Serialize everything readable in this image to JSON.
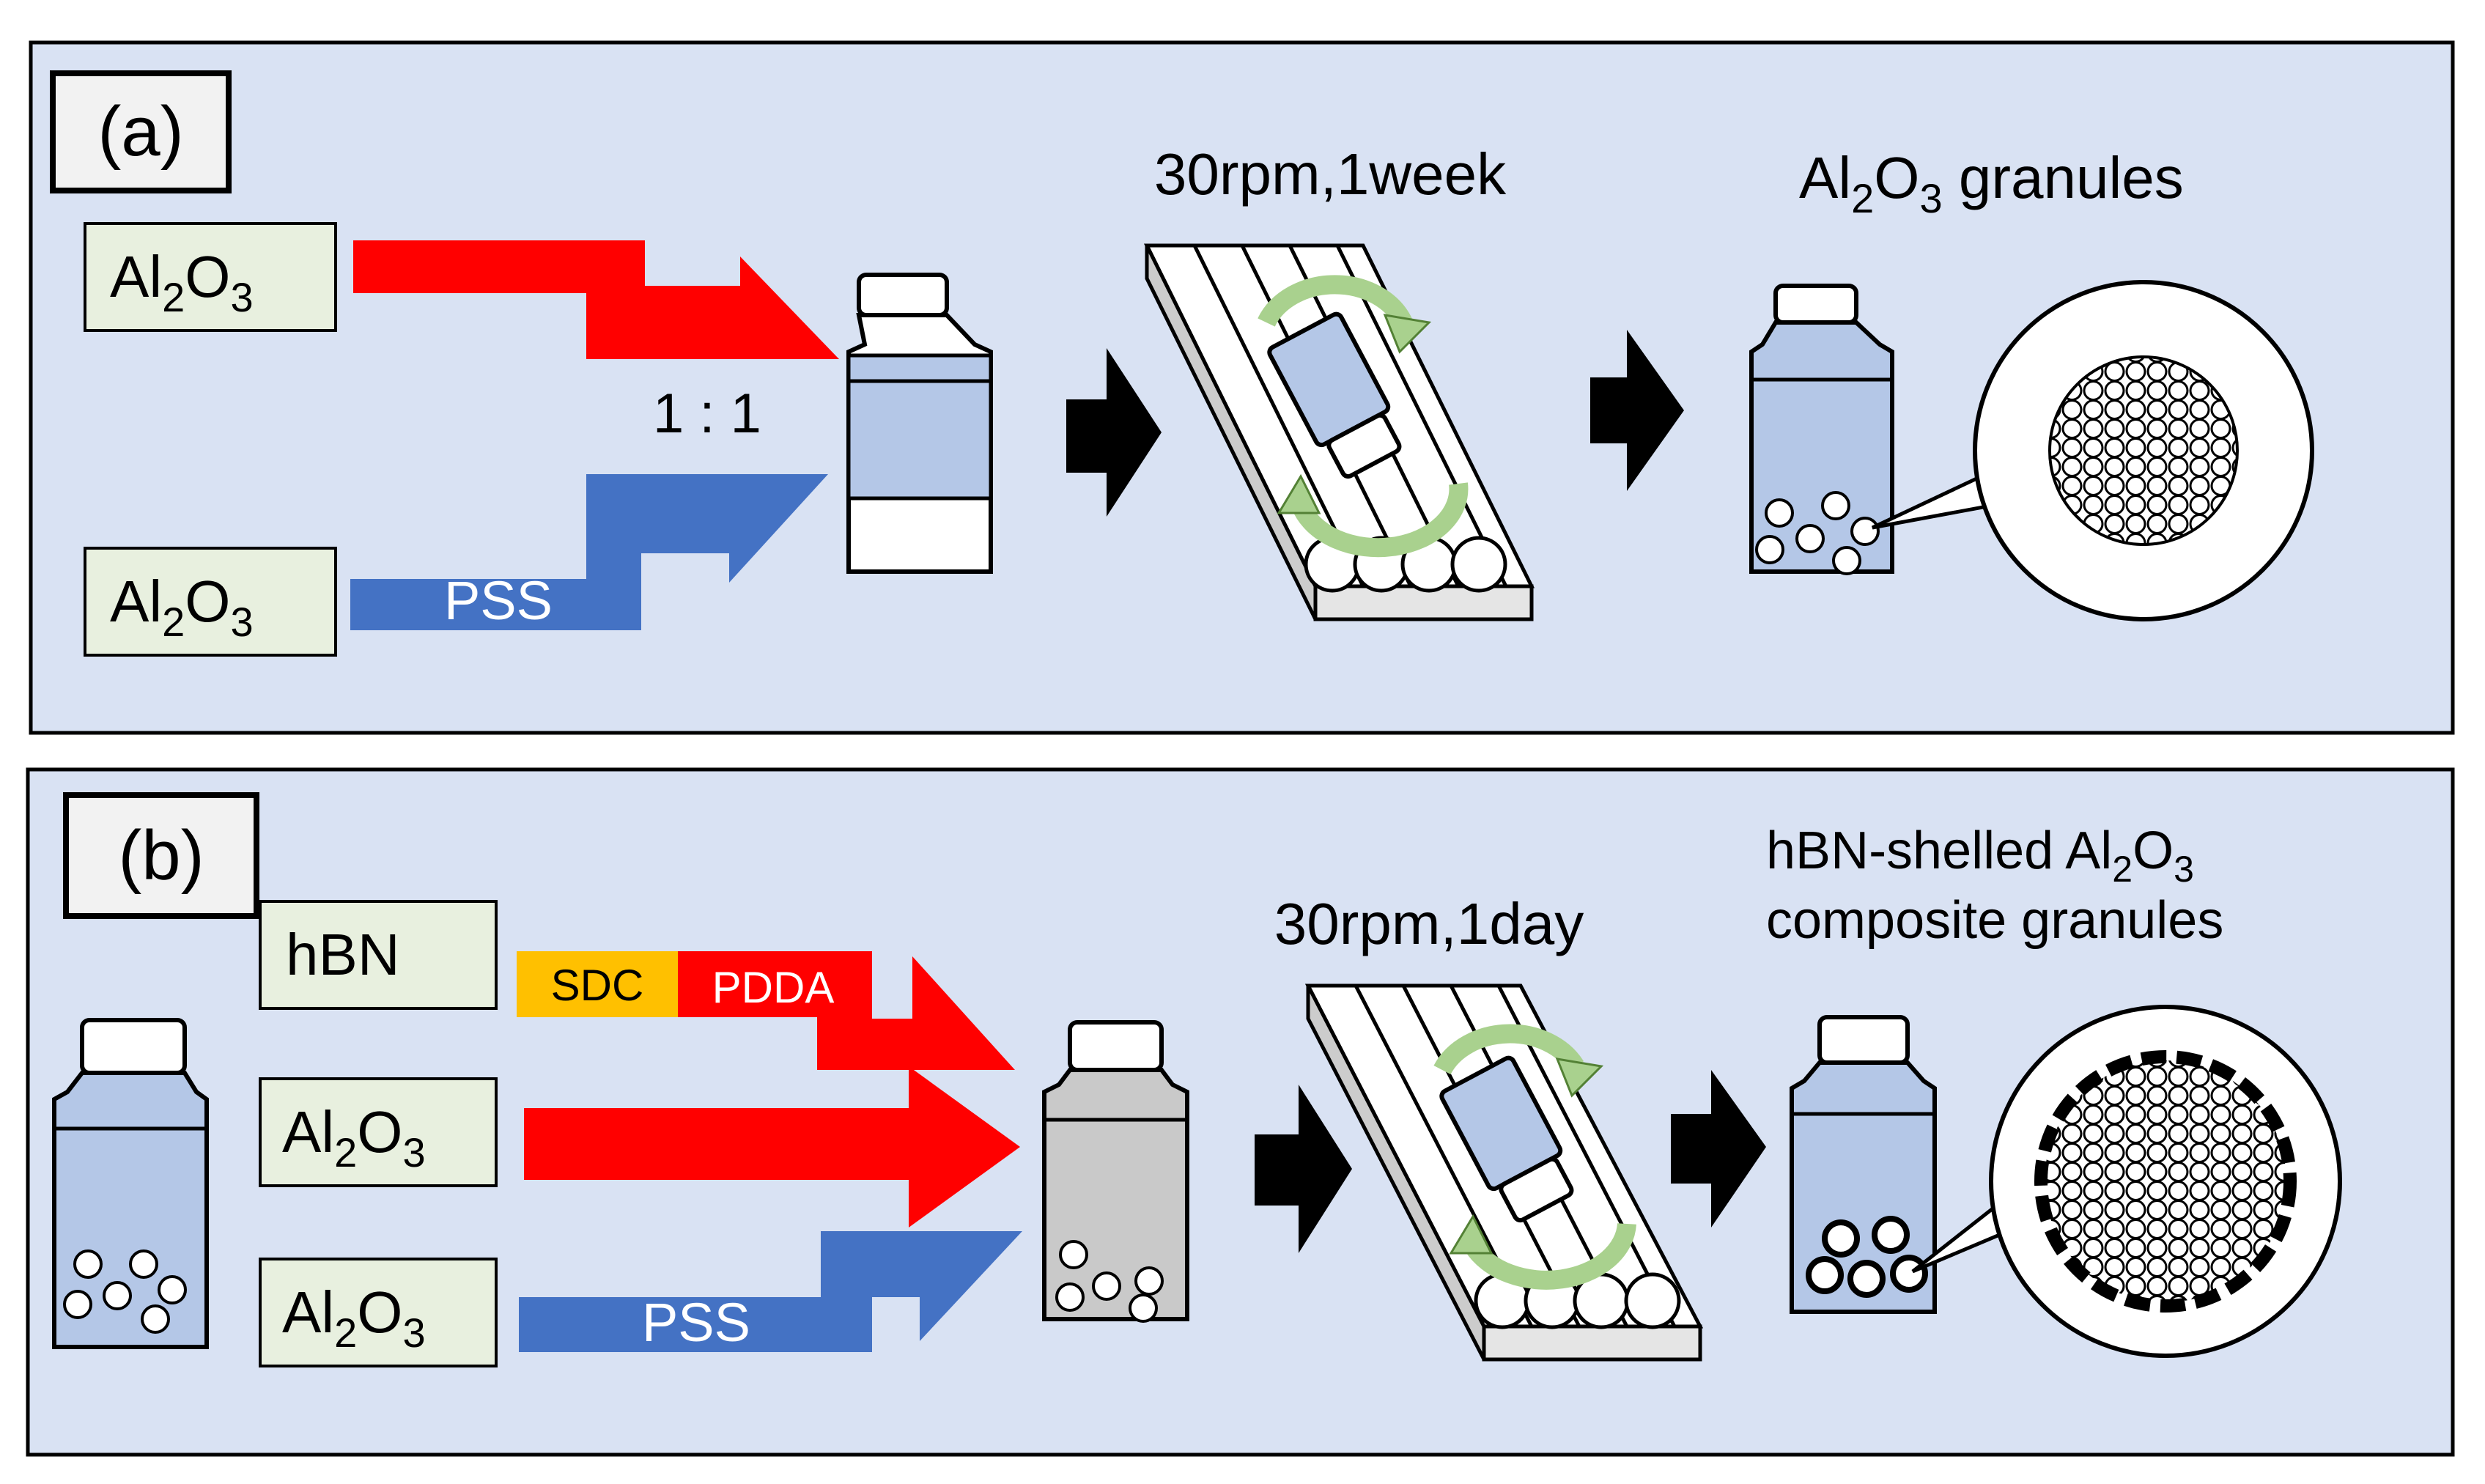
{
  "panel_a": {
    "label": "(a)",
    "input_1": {
      "main": "Al",
      "sub1": "2",
      "mid": "O",
      "sub2": "3"
    },
    "input_2": {
      "main": "Al",
      "sub1": "2",
      "mid": "O",
      "sub2": "3"
    },
    "arrow_label": "PSS",
    "ratio": "1 : 1",
    "rotation_condition": "30rpm,1week",
    "product": {
      "main": "Al",
      "sub1": "2",
      "mid": "O",
      "sub2": "3",
      "rest": " granules"
    }
  },
  "panel_b": {
    "label": "(b)",
    "input_hbn": "hBN",
    "input_1": {
      "main": "Al",
      "sub1": "2",
      "mid": "O",
      "sub2": "3"
    },
    "input_2": {
      "main": "Al",
      "sub1": "2",
      "mid": "O",
      "sub2": "3"
    },
    "sdc_label": "SDC",
    "pdda_label": "PDDA",
    "pss_label": "PSS",
    "rotation_condition": "30rpm,1day",
    "product_line1": {
      "pre": "hBN-shelled Al",
      "sub1": "2",
      "mid": "O",
      "sub2": "3"
    },
    "product_line2": "composite granules"
  },
  "colors": {
    "panel_bg": "#d9e2f3",
    "label_box_bg": "#e8f0df",
    "red": "#ff0000",
    "blue": "#4472c4",
    "sdc_orange": "#ffc000",
    "rotation_arrow": "#a9d18e",
    "liquid_blue": "#b4c7e7",
    "liquid_gray": "#c9c9c9"
  }
}
